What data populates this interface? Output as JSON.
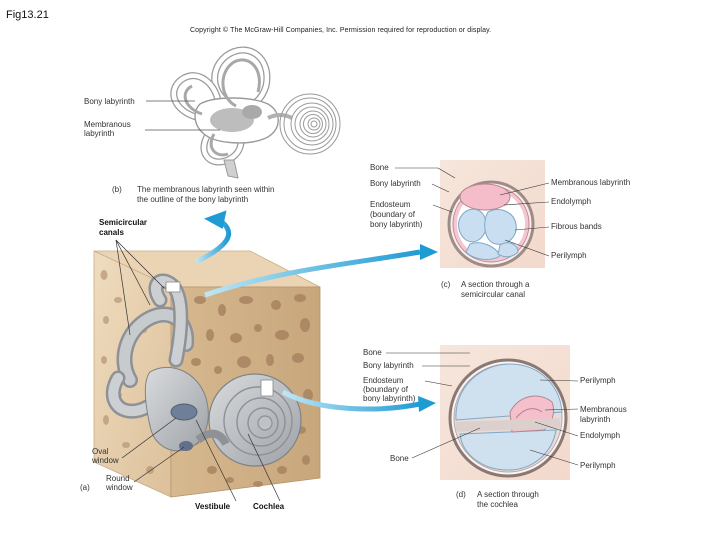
{
  "figure_id": "Fig13.21",
  "copyright": "Copyright © The McGraw-Hill Companies, Inc. Permission required for reproduction or display.",
  "panel_b": {
    "label_bony": "Bony labyrinth",
    "label_membranous_1": "Membranous",
    "label_membranous_2": "labyrinth",
    "caption_letter": "(b)",
    "caption_1": "The membranous labyrinth seen within",
    "caption_2": "the outline of the bony labyrinth"
  },
  "panel_a": {
    "semicircular_1": "Semicircular",
    "semicircular_2": "canals",
    "oval_1": "Oval",
    "oval_2": "window",
    "round_1": "Round",
    "round_2": "window",
    "letter": "(a)",
    "vestibule": "Vestibule",
    "cochlea": "Cochlea"
  },
  "panel_c": {
    "bone": "Bone",
    "bony": "Bony labyrinth",
    "endosteum_1": "Endosteum",
    "endosteum_2": "(boundary of",
    "endosteum_3": "bony labyrinth)",
    "membranous": "Membranous labyrinth",
    "endolymph": "Endolymph",
    "fibrous": "Fibrous bands",
    "perilymph": "Perilymph",
    "caption_letter": "(c)",
    "caption_1": "A section through a",
    "caption_2": "semicircular canal"
  },
  "panel_d": {
    "bone_top": "Bone",
    "bony": "Bony labyrinth",
    "endosteum_1": "Endosteum",
    "endosteum_2": "(boundary of",
    "endosteum_3": "bony labyrinth)",
    "bone_bottom": "Bone",
    "perilymph_top": "Perilymph",
    "membranous_1": "Membranous",
    "membranous_2": "labyrinth",
    "endolymph": "Endolymph",
    "perilymph_bottom": "Perilymph",
    "caption_letter": "(d)",
    "caption_1": "A section through",
    "caption_2": "the cochlea"
  },
  "colors": {
    "bone": "#e6cfae",
    "bone_dark": "#c9a57c",
    "bone_hole": "#b08a62",
    "labyrinth_gray": "#b9bcc0",
    "membranous_pink": "#f0b9c4",
    "perilymph_blue": "#cfe0ee",
    "arrow_blue": "#2aa3d8"
  }
}
